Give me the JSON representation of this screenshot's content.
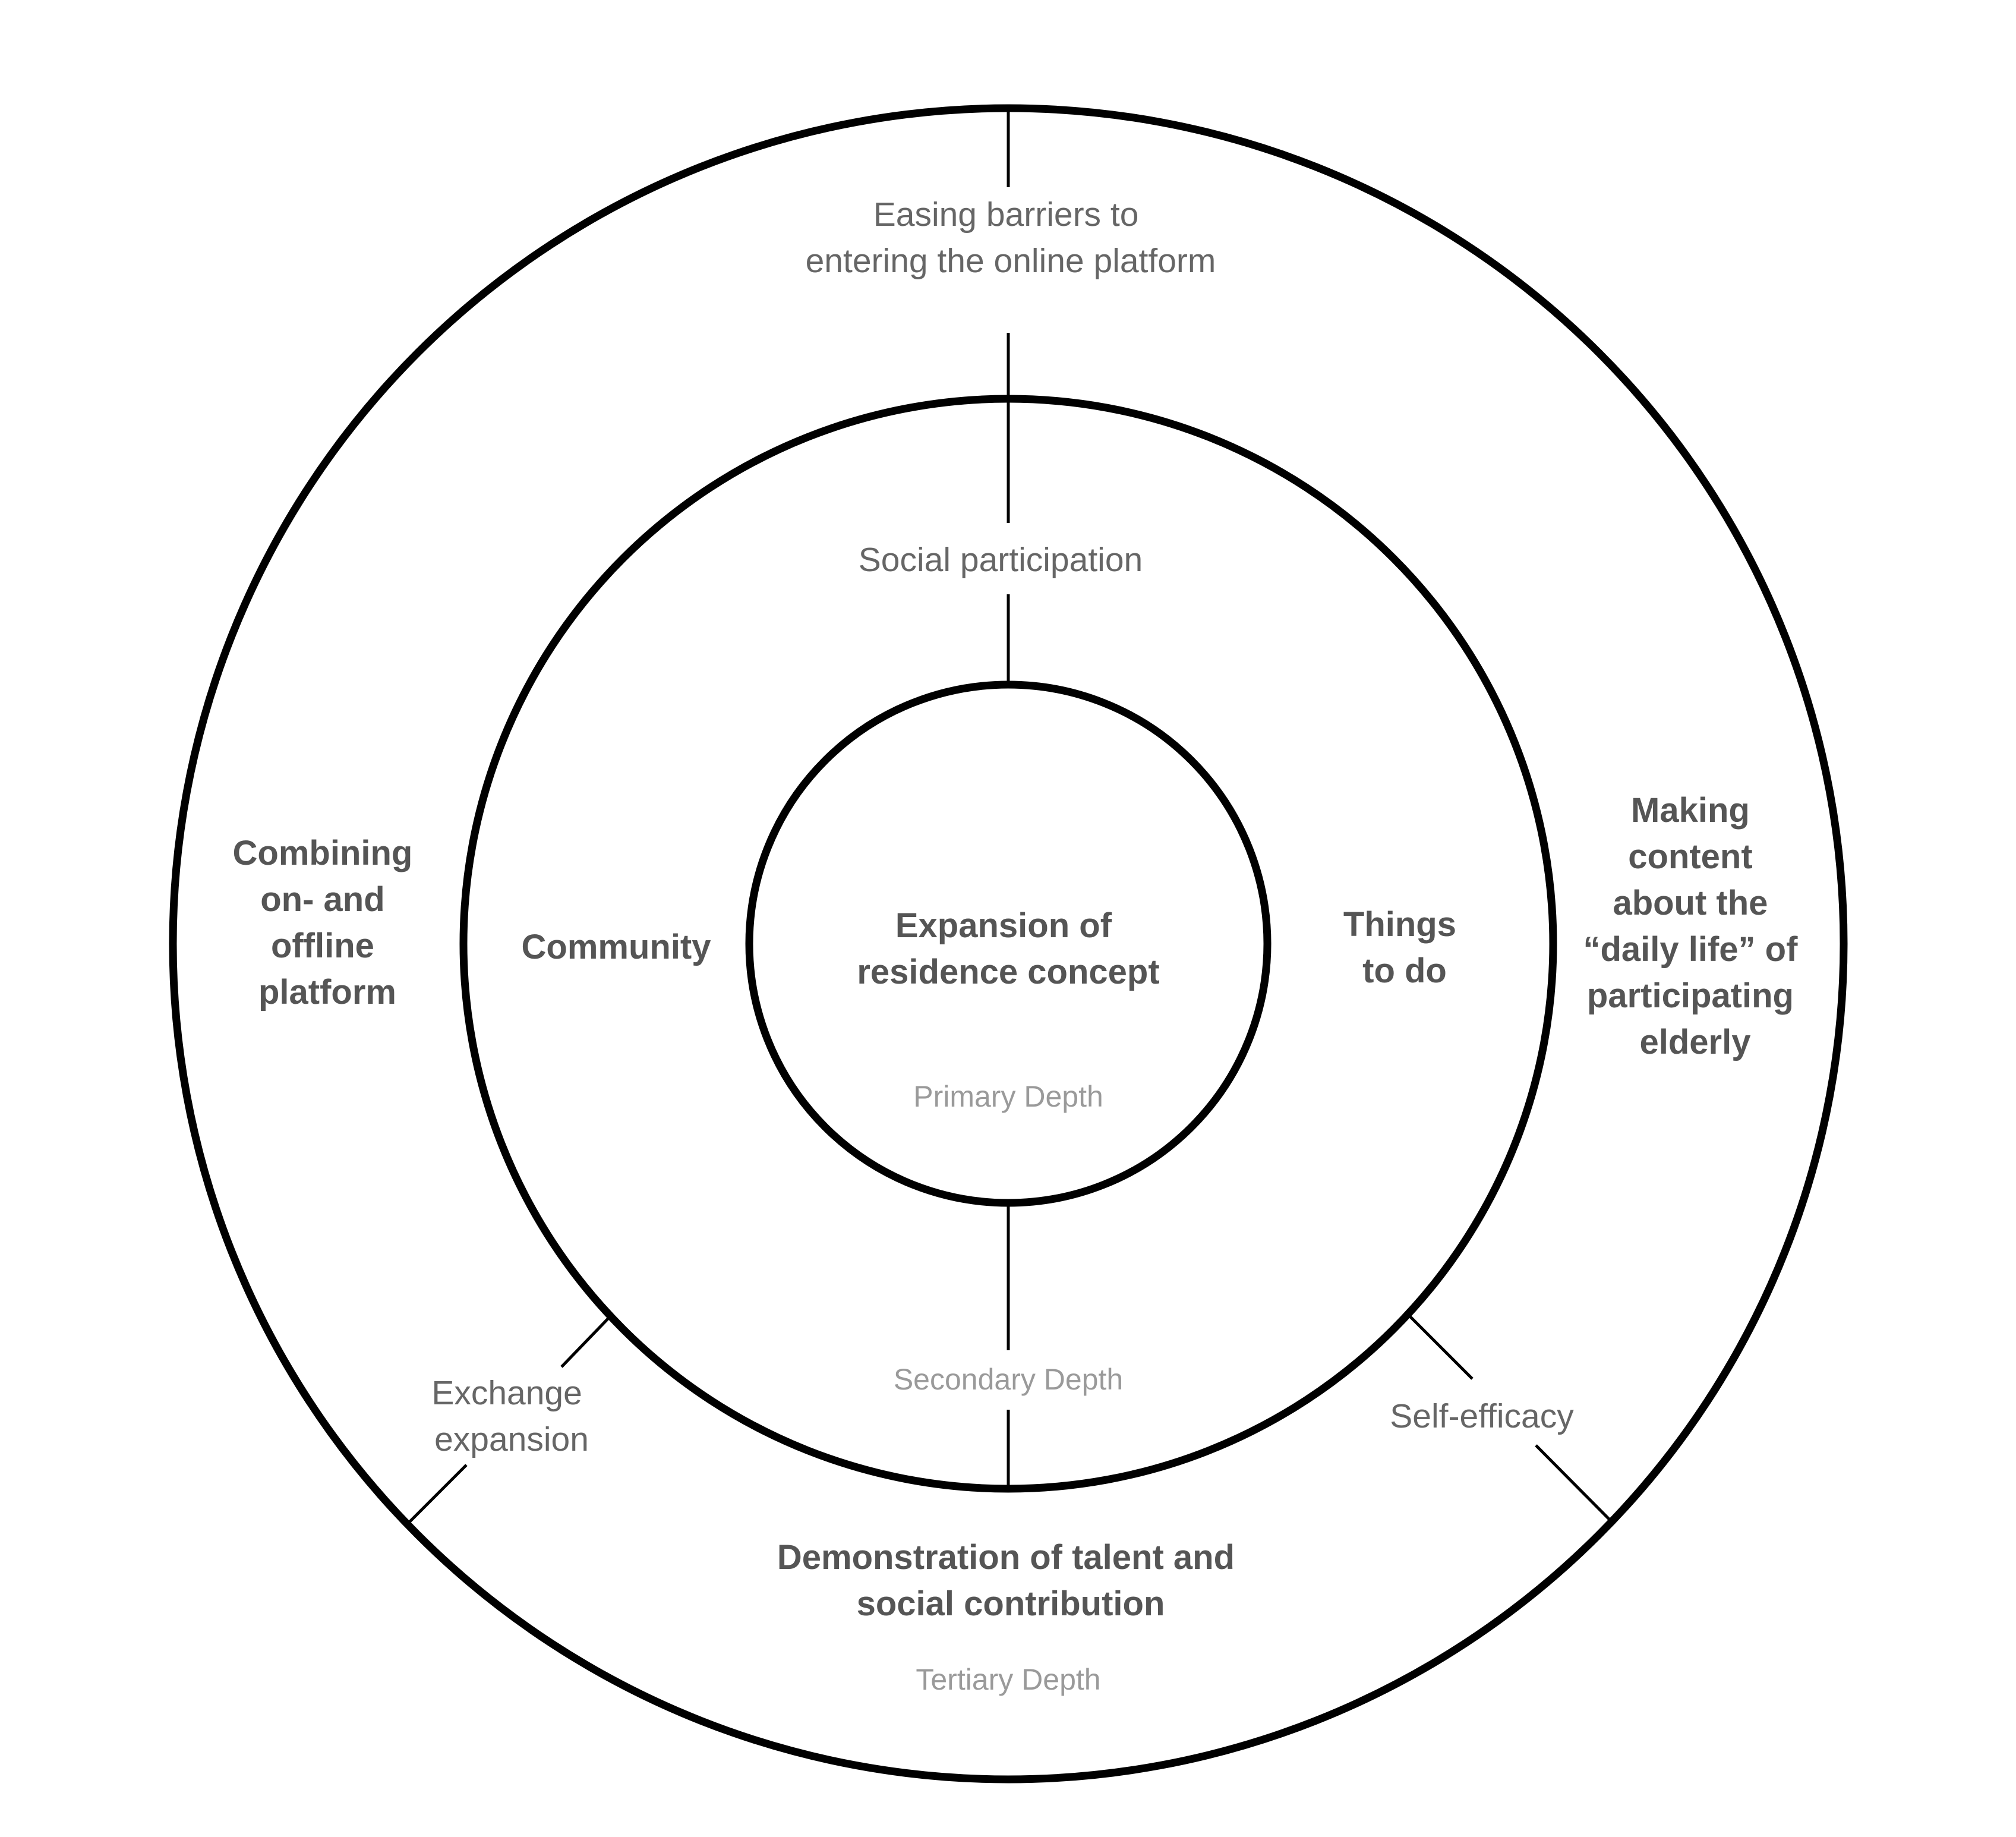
{
  "center": {
    "lines": [
      "Expansion of",
      "residence concept"
    ],
    "depth_label": "Primary Depth"
  },
  "secondary": {
    "top": "Social participation",
    "left": "Community",
    "right": [
      "Things",
      "to do"
    ],
    "depth_label": "Secondary Depth"
  },
  "tertiary": {
    "top": [
      "Easing barriers to",
      "entering the online platform"
    ],
    "left": [
      "Combining",
      "on- and",
      "offline",
      "platform"
    ],
    "right": [
      "Making",
      "content",
      "about the",
      "“daily life” of",
      "participating",
      "elderly"
    ],
    "bottom": [
      "Demonstration of talent and",
      "social contribution"
    ],
    "bottom_left": [
      "Exchange",
      "expansion"
    ],
    "bottom_right": "Self-efficacy",
    "depth_label": "Tertiary Depth"
  }
}
